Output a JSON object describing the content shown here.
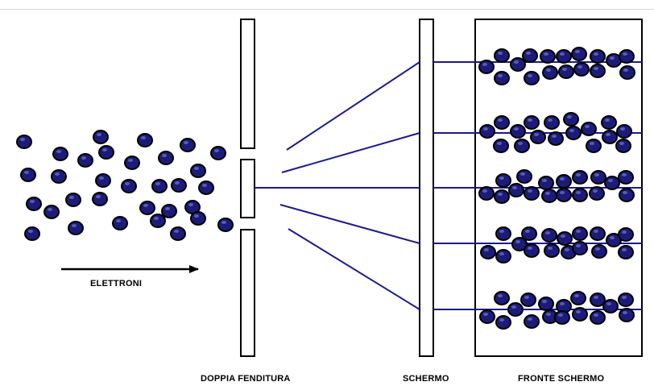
{
  "labels": {
    "electrons": "ELETTRONI",
    "double_slit": "DOPPIA FENDITURA",
    "screen": "SCHERMO",
    "screen_front": "FRONTE SCHERMO"
  },
  "colors": {
    "particle_fill": "#1c1c78",
    "particle_highlight": "#5a5ab8",
    "ray": "#1a1a8c",
    "outline": "#000000"
  }
}
